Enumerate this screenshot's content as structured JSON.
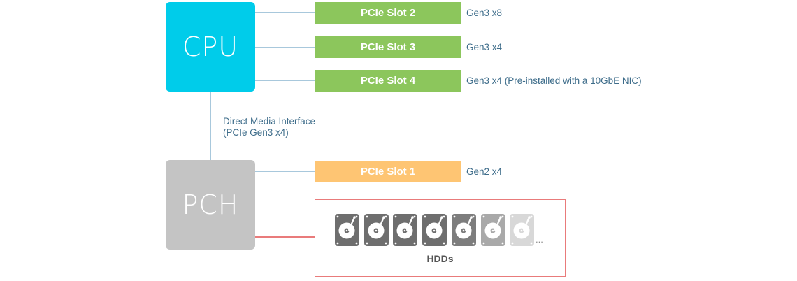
{
  "chips": {
    "cpu": "CPU",
    "pch": "PCH"
  },
  "dmi": {
    "line1": "Direct Media Interface",
    "line2": "(PCIe Gen3 x4)"
  },
  "slots": [
    {
      "label": "PCIe Slot 2",
      "spec": "Gen3 x8",
      "color": "#8cc65c"
    },
    {
      "label": "PCIe Slot 3",
      "spec": "Gen3 x4",
      "color": "#8cc65c"
    },
    {
      "label": "PCIe Slot 4",
      "spec": "Gen3 x4 (Pre-installed with a 10GbE NIC)",
      "color": "#8cc65c"
    },
    {
      "label": "PCIe Slot 1",
      "spec": "Gen2 x4",
      "color": "#fec573"
    }
  ],
  "hdds": {
    "label": "HDDs",
    "ellipsis": "...",
    "drive_colors": [
      "#6e6e6e",
      "#6e6e6e",
      "#6e6e6e",
      "#6e6e6e",
      "#7d7d7d",
      "#a9a9a9",
      "#d8d8d8"
    ]
  },
  "colors": {
    "cpu": "#00ccea",
    "pch": "#c4c4c4",
    "connector": "#a8c8dc",
    "hdd_border": "#e97b7b",
    "spec_text": "#3d6c8a"
  }
}
